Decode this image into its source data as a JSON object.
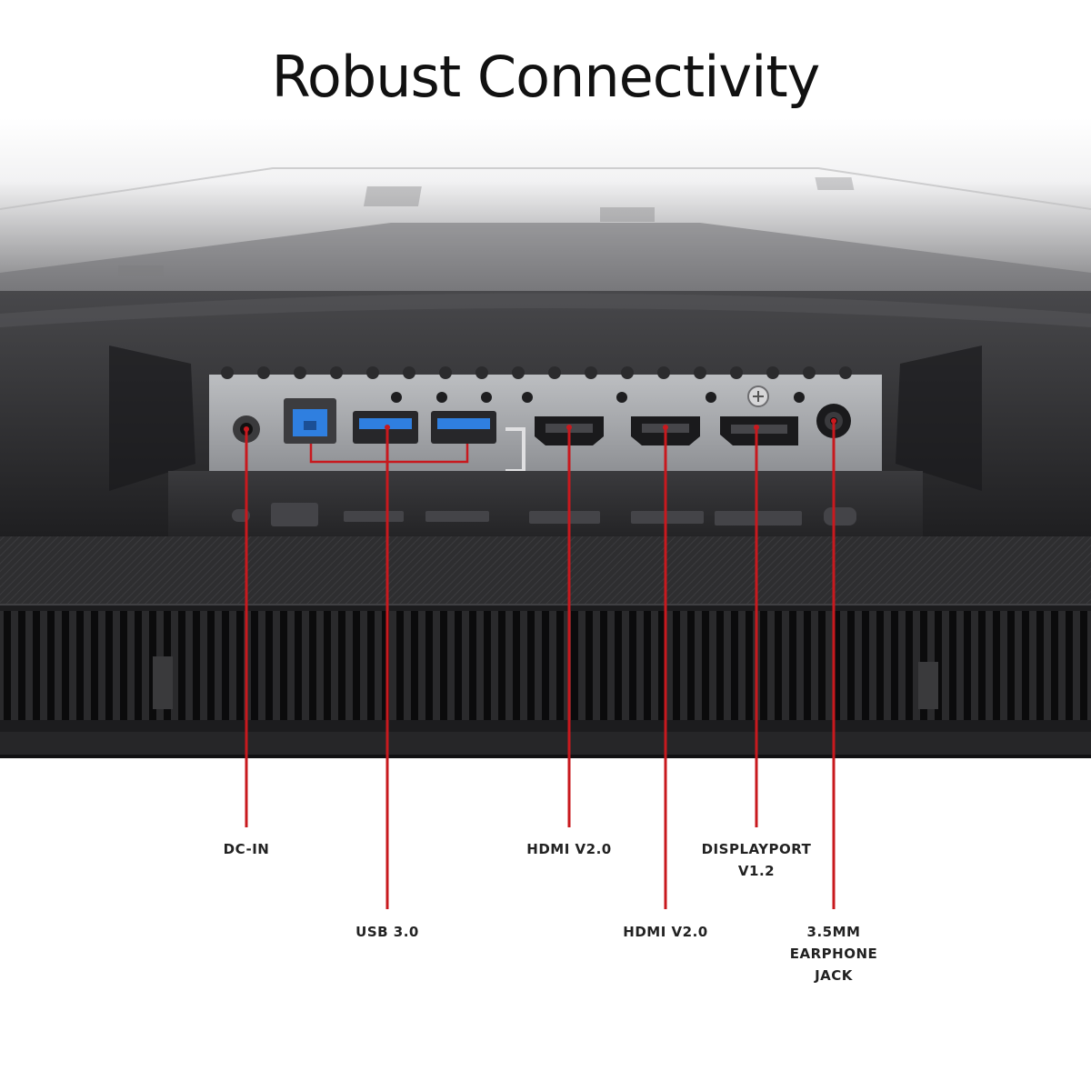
{
  "title": "Robust Connectivity",
  "colors": {
    "callout_line": "#c8191e",
    "usb_blue": "#2f7fe0",
    "panel_metal": "#a6a8ab",
    "bezel_dark": "#2b2b2d",
    "vent_black": "#0c0c0d"
  },
  "callouts": [
    {
      "id": "dc-in",
      "label": "DC-IN"
    },
    {
      "id": "usb-3",
      "label": "USB 3.0"
    },
    {
      "id": "hdmi-1",
      "label": "HDMI V2.0"
    },
    {
      "id": "hdmi-2",
      "label": "HDMI V2.0"
    },
    {
      "id": "displayport",
      "label": "DISPLAYPORT\nV1.2"
    },
    {
      "id": "earphone",
      "label": "3.5MM\nEARPHONE\nJACK"
    }
  ]
}
